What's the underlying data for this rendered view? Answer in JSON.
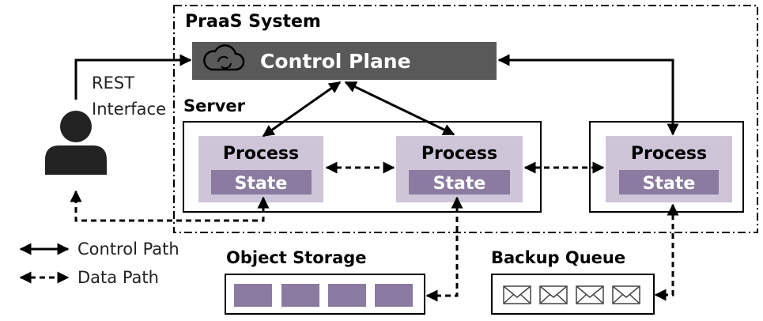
{
  "system": {
    "title": "PraaS System"
  },
  "control_plane": {
    "label": "Control Plane",
    "icon": "cloud-sync-icon"
  },
  "server": {
    "title": "Server"
  },
  "processes": [
    {
      "label": "Process",
      "state": "State"
    },
    {
      "label": "Process",
      "state": "State"
    },
    {
      "label": "Process",
      "state": "State"
    }
  ],
  "client": {
    "interface_line1": "REST",
    "interface_line2": "Interface",
    "icon": "user-icon"
  },
  "legend": {
    "control": "Control Path",
    "data": "Data Path"
  },
  "object_storage": {
    "title": "Object Storage",
    "blocks": 4
  },
  "backup_queue": {
    "title": "Backup Queue",
    "items": 4,
    "icon": "envelope-icon"
  },
  "colors": {
    "control_plane_bg": "#595959",
    "process_bg": "#cfc5d9",
    "state_bg": "#8b7ba0",
    "storage_block": "#8b7ba0",
    "line": "#000000"
  }
}
